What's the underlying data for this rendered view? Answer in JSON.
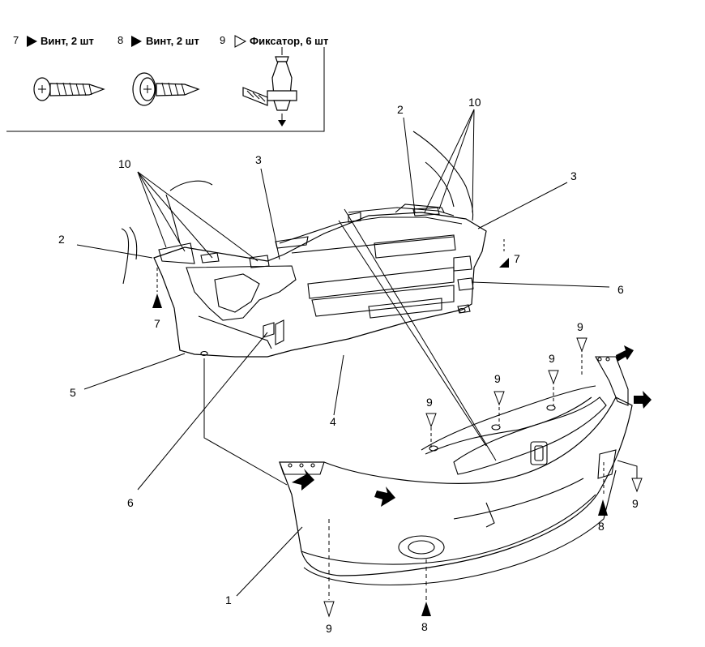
{
  "legend": {
    "item7": {
      "num": "7",
      "text": "Винт, 2 шт",
      "icon": "filled-triangle"
    },
    "item8": {
      "num": "8",
      "text": "Винт, 2 шт",
      "icon": "filled-triangle"
    },
    "item9": {
      "num": "9",
      "text": "Фиксатор, 6 шт",
      "icon": "outline-triangle"
    }
  },
  "callouts": {
    "c1": "1",
    "c2a": "2",
    "c2b": "2",
    "c3a": "3",
    "c3b": "3",
    "c4": "4",
    "c5": "5",
    "c6a": "6",
    "c6b": "6",
    "c7a": "7",
    "c7b": "7",
    "c8a": "8",
    "c8b": "8",
    "c9a": "9",
    "c9b": "9",
    "c9c": "9",
    "c9d": "9",
    "c9e": "9",
    "c9f": "9",
    "c10a": "10",
    "c10b": "10"
  },
  "colors": {
    "line": "#000000",
    "background": "#ffffff"
  }
}
